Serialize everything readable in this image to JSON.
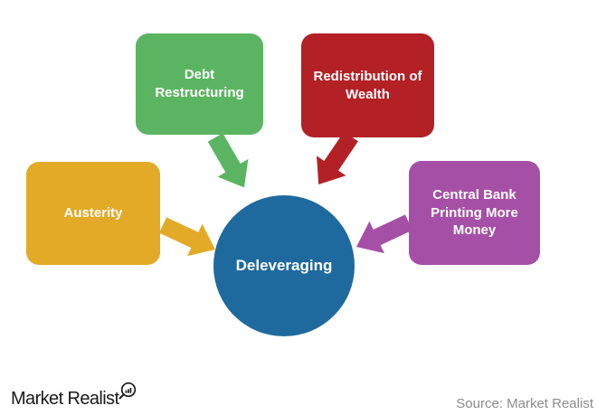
{
  "diagram": {
    "center": {
      "label": "Deleveraging",
      "color": "#1E6A9E"
    },
    "boxes": [
      {
        "name": "austerity",
        "label": "Austerity",
        "color": "#E2AA26"
      },
      {
        "name": "debt-restructuring",
        "label": "Debt Restructuring",
        "color": "#5BB462"
      },
      {
        "name": "redistribution-of-wealth",
        "label": "Redistribution of Wealth",
        "color": "#B32025"
      },
      {
        "name": "central-bank-printing-more-money",
        "label": "Central Bank Printing More Money",
        "color": "#A64FA6"
      }
    ]
  },
  "footer": {
    "logo_text": "Market Realist",
    "logo_icon": "magnifier-bar-chart-icon",
    "source_text": "Source: Market Realist"
  }
}
